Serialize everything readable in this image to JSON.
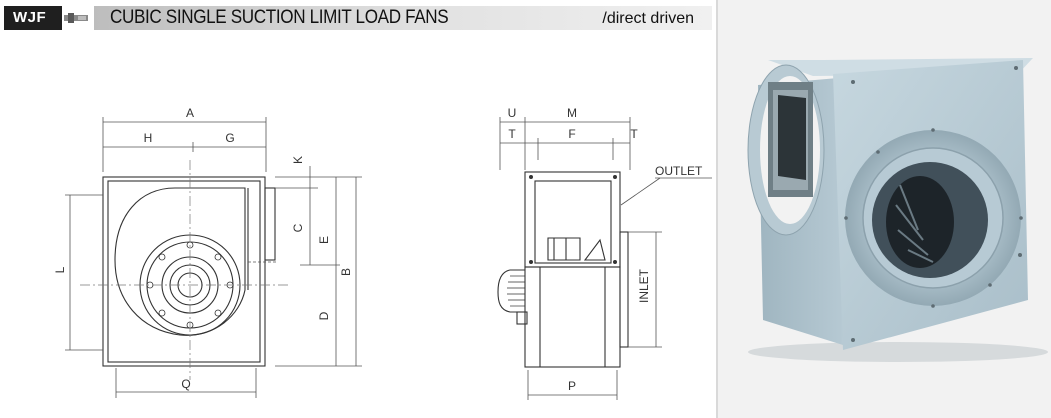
{
  "header": {
    "model_code": "WJF",
    "model_icon": "connector-bar-icon",
    "title": "CUBIC SINGLE SUCTION LIMIT LOAD FANS",
    "subtitle": "/direct driven"
  },
  "front_view": {
    "labels": {
      "A": "A",
      "H": "H",
      "G": "G",
      "K": "K",
      "C": "C",
      "E": "E",
      "B": "B",
      "D": "D",
      "L": "L",
      "Q": "Q"
    }
  },
  "side_view": {
    "labels": {
      "U": "U",
      "M": "M",
      "T1": "T",
      "F": "F",
      "T2": "T",
      "P": "P"
    },
    "outlet_label": "OUTLET",
    "inlet_label": "INLET"
  },
  "photo": {
    "icon": "centrifugal-fan-photo",
    "colors": {
      "body": "#b9ccd6",
      "shadow": "#8da3ae",
      "background": "#f2f2f2"
    }
  }
}
